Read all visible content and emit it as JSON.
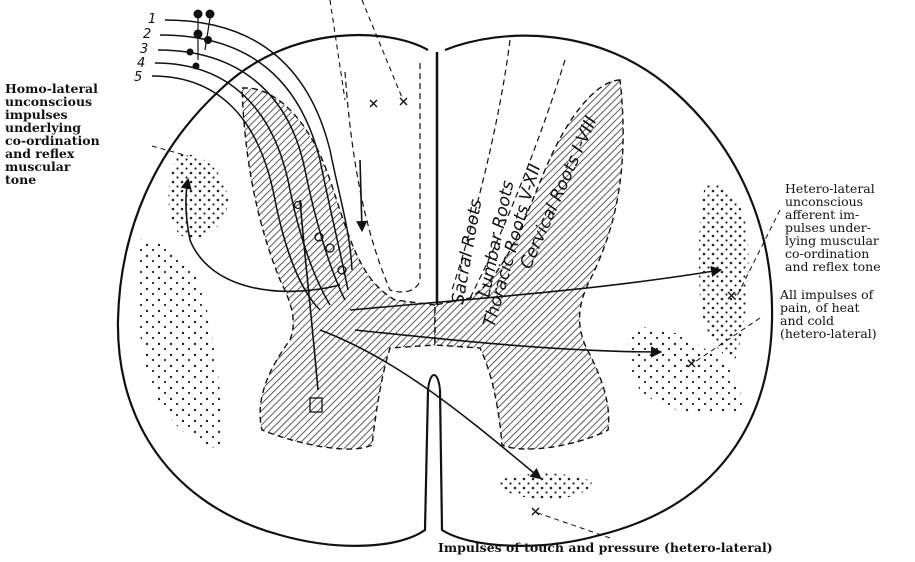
{
  "figure": {
    "root_numbers": [
      "1",
      "2",
      "3",
      "4",
      "5"
    ],
    "column_labels": [
      "Sacral Roots",
      "Lumbar Roots",
      "Thoracic Roots V-XII",
      "Cervical Roots I-VIII"
    ],
    "labels": {
      "homo_lateral": [
        "Homo-lateral",
        "unconscious",
        "impulses",
        "underlying",
        "co-ordination",
        "and reflex",
        "muscular",
        "tone"
      ],
      "hetero_lateral": [
        "Hetero-lateral",
        "unconscious",
        "afferent im-",
        "pulses under-",
        "lying muscular",
        "co-ordination",
        "and reflex tone"
      ],
      "pain_heat_cold": [
        "All impulses of",
        "pain, of heat",
        "and cold",
        "(hetero-lateral)"
      ],
      "touch_pressure": "Impulses of touch and pressure (hetero-lateral)"
    }
  }
}
